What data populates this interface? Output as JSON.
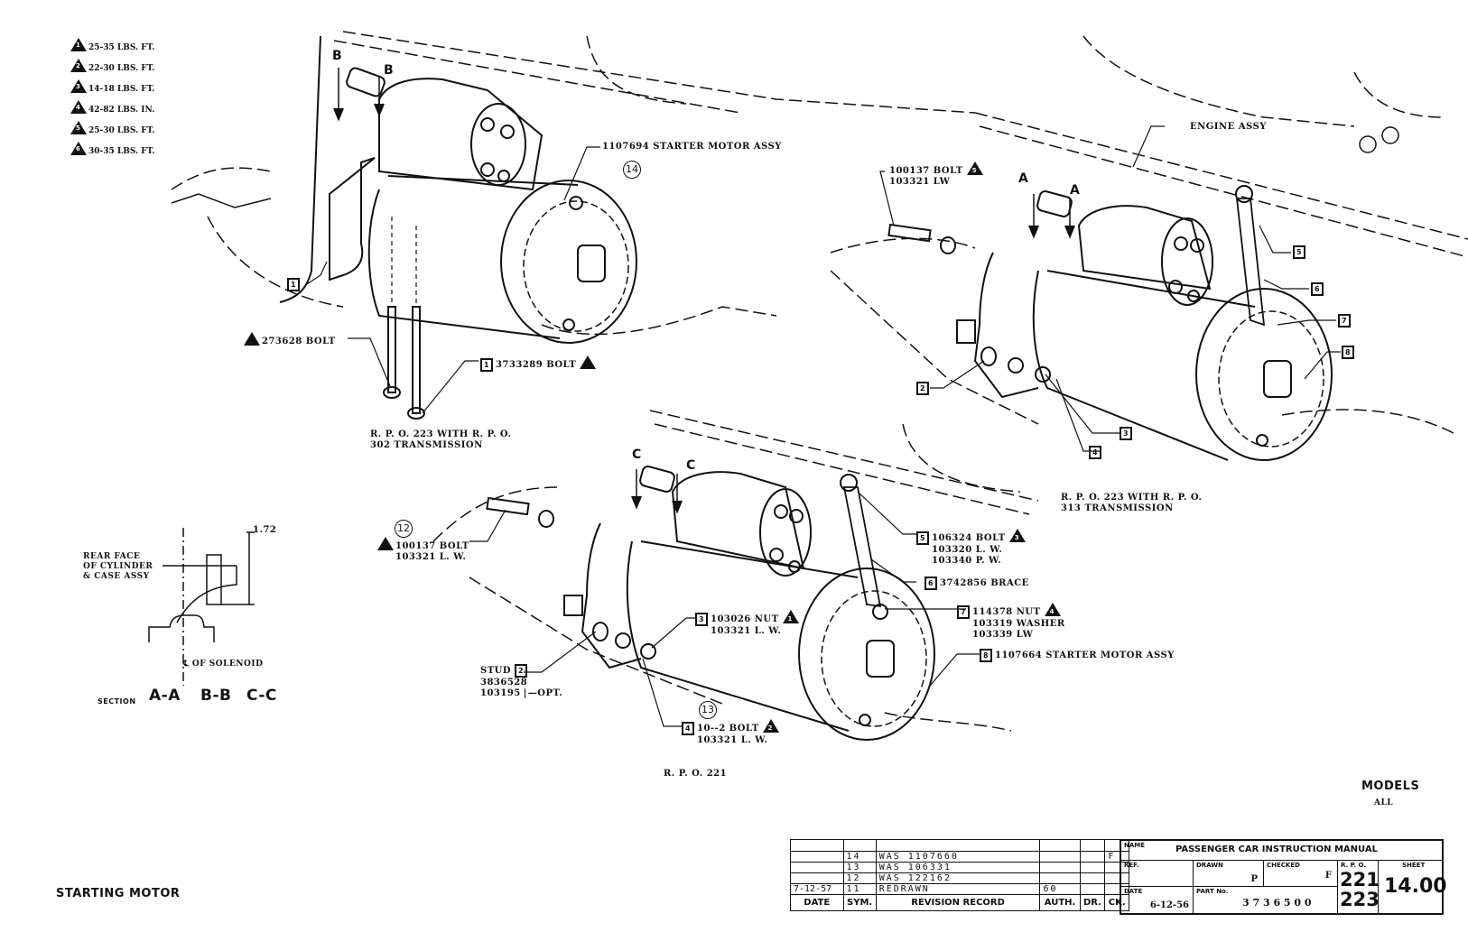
{
  "title": "STARTING MOTOR",
  "models": {
    "label": "MODELS",
    "value": "ALL"
  },
  "torque_legend": [
    {
      "symbol": "1",
      "text": "25-35 LBS. FT."
    },
    {
      "symbol": "2",
      "text": "22-30 LBS. FT."
    },
    {
      "symbol": "3",
      "text": "14-18 LBS. FT."
    },
    {
      "symbol": "4",
      "text": "42-82 LBS. IN."
    },
    {
      "symbol": "5",
      "text": "25-30 LBS. FT."
    },
    {
      "symbol": "6",
      "text": "30-35 LBS. FT."
    }
  ],
  "view1": {
    "section_marks": [
      "B",
      "B"
    ],
    "starter": {
      "part": "1107694",
      "name": "STARTER MOTOR ASSY",
      "rev": "14"
    },
    "bolt_a": {
      "part": "273628",
      "name": "BOLT"
    },
    "bolt_b": {
      "callout": "1",
      "part": "3733289",
      "name": "BOLT"
    },
    "callout_1": "1",
    "caption_line1": "R. P. O.  223 WITH R. P. O.",
    "caption_line2": "302 TRANSMISSION"
  },
  "view2": {
    "section_marks": [
      "A",
      "A"
    ],
    "engine": "ENGINE ASSY",
    "bolt": {
      "part": "100137",
      "name": "BOLT",
      "torque": "5",
      "lw": "103321 LW"
    },
    "callouts": [
      "2",
      "3",
      "4",
      "5",
      "6",
      "7",
      "8"
    ],
    "caption_line1": "R. P. O.  223 WITH R. P. O.",
    "caption_line2": "313 TRANSMISSION"
  },
  "view3": {
    "section_marks": [
      "C",
      "C"
    ],
    "bolt12": {
      "rev": "12",
      "part": "100137",
      "name": "BOLT",
      "lw": "103321  L. W."
    },
    "item5": {
      "callout": "5",
      "line1": "106324  BOLT",
      "torque": "3",
      "line2": "103320  L. W.",
      "line3": "103340  P. W."
    },
    "item6": {
      "callout": "6",
      "line1": "3742856  BRACE"
    },
    "item7": {
      "callout": "7",
      "line1": "114378  NUT",
      "torque": "4",
      "line2": "103319  WASHER",
      "line3": "103339  LW"
    },
    "item8": {
      "callout": "8",
      "line1": "1107664  STARTER MOTOR ASSY"
    },
    "item3": {
      "callout": "3",
      "line1": "103026  NUT",
      "torque": "1",
      "line2": "103321  L. W."
    },
    "item2": {
      "callout": "2",
      "line0": "STUD",
      "line1": "3836528",
      "line2": "103195",
      "opt": "OPT."
    },
    "item4": {
      "callout": "4",
      "rev": "13",
      "line1": "10--2  BOLT",
      "torque": "2",
      "line2": "103321  L. W."
    },
    "caption": "R. P. O.  221"
  },
  "section": {
    "dimension": "1.72",
    "rear_face_1": "REAR FACE",
    "rear_face_2": "OF CYLINDER",
    "rear_face_3": "& CASE ASSY",
    "solenoid": "OF SOLENOID",
    "section_label": "SECTION",
    "sections": [
      "A-A",
      "B-B",
      "C-C"
    ]
  },
  "title_block": {
    "revisions": [
      {
        "date": "",
        "sym": "14",
        "record": "WAS 1107660",
        "auth": "",
        "dr": "",
        "ck": "F"
      },
      {
        "date": "",
        "sym": "13",
        "record": "WAS 106331",
        "auth": "",
        "dr": "",
        "ck": ""
      },
      {
        "date": "",
        "sym": "12",
        "record": "WAS 122162",
        "auth": "",
        "dr": "",
        "ck": ""
      },
      {
        "date": "7-12-57",
        "sym": "11",
        "record": "REDRAWN",
        "auth": "60",
        "dr": "",
        "ck": ""
      }
    ],
    "headers": {
      "date": "DATE",
      "sym": "SYM.",
      "record": "REVISION RECORD",
      "auth": "AUTH.",
      "dr": "DR.",
      "ck": "CK."
    },
    "name_label": "NAME",
    "name_value": "PASSENGER CAR INSTRUCTION MANUAL",
    "ref_label": "REF.",
    "drawn_label": "DRAWN",
    "drawn_value": "P",
    "checked_label": "CHECKED",
    "checked_value": "F",
    "rpo_label": "R. P. O.",
    "rpo_values": [
      "221",
      "223"
    ],
    "sheet_label": "SHEET",
    "sheet_value": "14.00",
    "date_label": "DATE",
    "date_value": "6-12-56",
    "part_label": "PART No.",
    "part_value": "3 7 3 6 5 0 0"
  }
}
